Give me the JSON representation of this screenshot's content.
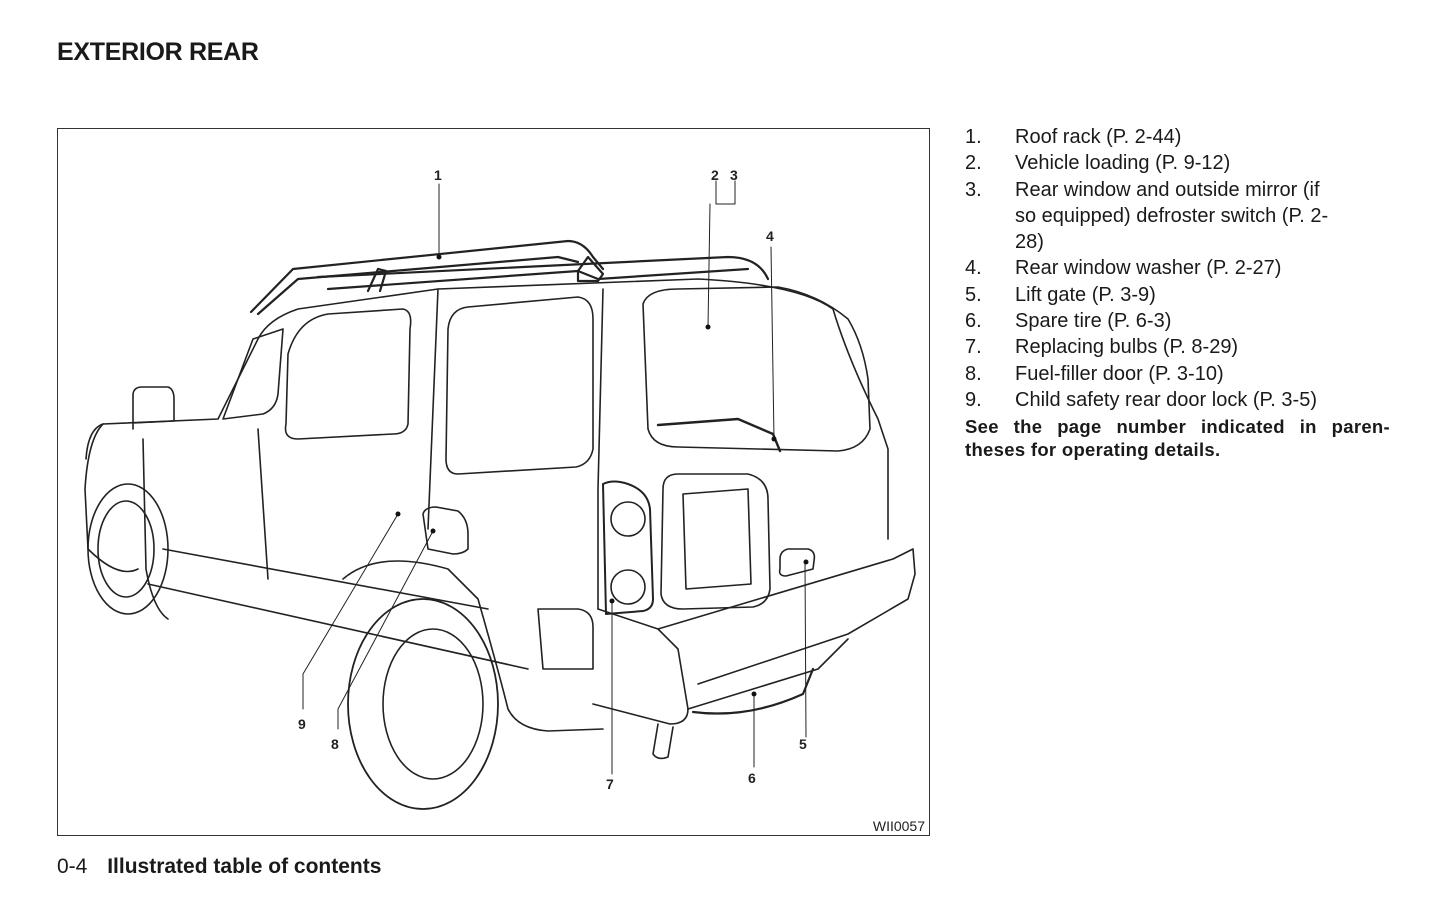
{
  "page": {
    "title": "EXTERIOR REAR",
    "footer": {
      "page_number": "0-4",
      "section_title": "Illustrated table of contents"
    }
  },
  "figure": {
    "code": "WII0057",
    "callouts": [
      {
        "label": "1"
      },
      {
        "label": "2"
      },
      {
        "label": "3"
      },
      {
        "label": "4"
      },
      {
        "label": "5"
      },
      {
        "label": "6"
      },
      {
        "label": "7"
      },
      {
        "label": "8"
      },
      {
        "label": "9"
      }
    ]
  },
  "legend": {
    "items": [
      {
        "num": "1.",
        "text": "Roof rack (P. 2-44)"
      },
      {
        "num": "2.",
        "text": "Vehicle loading (P. 9-12)"
      },
      {
        "num": "3.",
        "text": "Rear window and outside mirror (if so equipped) defroster switch (P. 2-28)"
      },
      {
        "num": "4.",
        "text": "Rear window washer (P. 2-27)"
      },
      {
        "num": "5.",
        "text": "Lift gate (P. 3-9)"
      },
      {
        "num": "6.",
        "text": "Spare tire (P. 6-3)"
      },
      {
        "num": "7.",
        "text": "Replacing bulbs (P. 8-29)"
      },
      {
        "num": "8.",
        "text": "Fuel-filler door (P. 3-10)"
      },
      {
        "num": "9.",
        "text": "Child safety rear door lock (P. 3-5)"
      }
    ],
    "note": "See the page number indicated in paren-theses for operating details."
  }
}
